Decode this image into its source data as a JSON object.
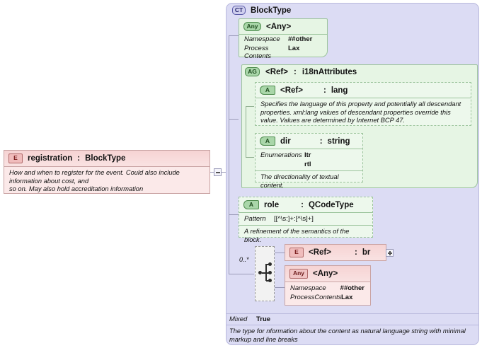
{
  "diagram": {
    "kind": "xsd-schema-component-diagram",
    "colors": {
      "container_bg": "#dcdcf4",
      "element_pink": "#fbe9e9",
      "attribute_green": "#e6f5e4",
      "connector": "#9a9ab8"
    }
  },
  "element": {
    "badge": "E",
    "name": "registration",
    "separator": ":",
    "type": "BlockType",
    "documentation": "How and when to register for the event. Could also include information about cost, and\nso on. May also hold accreditation information",
    "expander": "minus-expander"
  },
  "complex_type": {
    "badge": "CT",
    "name": "BlockType",
    "any_top": {
      "badge": "Any",
      "name": "<Any>",
      "properties": [
        {
          "label": "Namespace",
          "value": "##other"
        },
        {
          "label": "Process Contents",
          "value": "Lax"
        }
      ]
    },
    "attribute_group": {
      "badge": "AG",
      "name": "<Ref>",
      "separator": ":",
      "type": "i18nAttributes",
      "attributes": [
        {
          "badge": "A",
          "name": "<Ref>",
          "separator": ":",
          "type": "lang",
          "documentation": "Specifies the language of this property and potentially all descendant properties. xml:lang values of descendant properties override this value. Values are determined by Internet BCP 47."
        },
        {
          "badge": "A",
          "name": "dir",
          "separator": ":",
          "type": "string",
          "facet_label": "Enumerations",
          "facet_values": [
            "ltr",
            "rtl"
          ],
          "documentation": "The directionality of textual content."
        }
      ]
    },
    "role_attribute": {
      "badge": "A",
      "name": "role",
      "separator": ":",
      "type": "QCodeType",
      "facet_label": "Pattern",
      "facet_value": "[[^\\s:]+:[^\\s]+]",
      "documentation": "A refinement of the semantics of the block."
    },
    "choice": {
      "compositor": "choice",
      "occurrence": "0..*",
      "members": [
        {
          "badge": "E",
          "name": "<Ref>",
          "separator": ":",
          "type": "br",
          "expander": "plus-expander"
        },
        {
          "badge": "Any",
          "name": "<Any>",
          "properties": [
            {
              "label": "Namespace",
              "value": "##other"
            },
            {
              "label": "ProcessContents",
              "value": "Lax"
            }
          ]
        }
      ]
    },
    "mixed": {
      "label": "Mixed",
      "value": "True"
    },
    "documentation": "The type for nformation about the content as natural language string with minimal markup and line breaks"
  }
}
